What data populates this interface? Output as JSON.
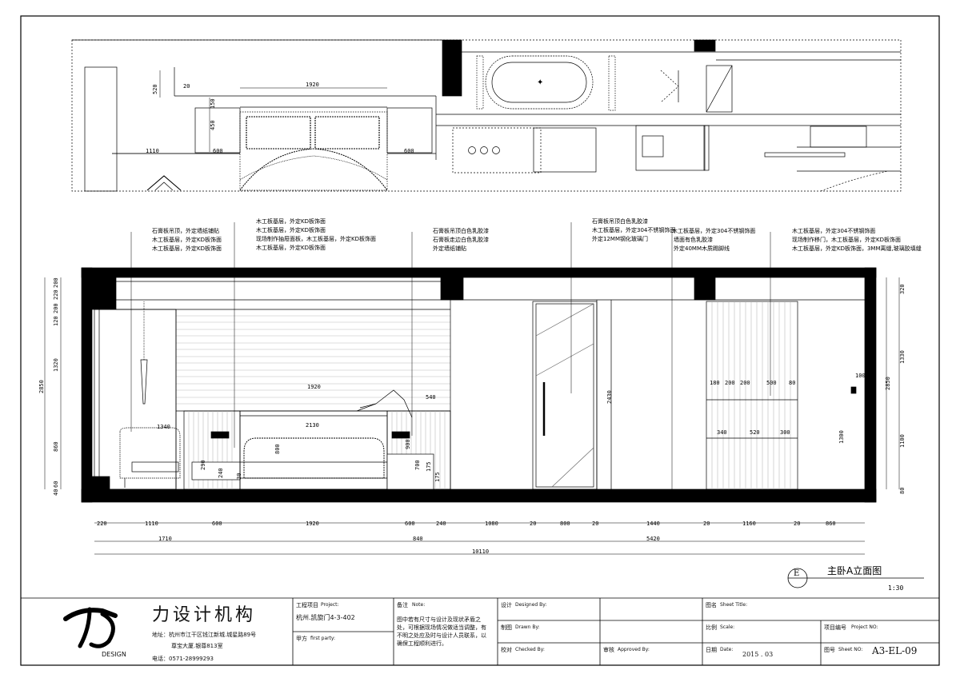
{
  "plan_dims": {
    "d520": "520",
    "d20": "20",
    "d1920": "1920",
    "d150": "150",
    "d450": "450",
    "d1110": "1110",
    "d600a": "600",
    "d600b": "600"
  },
  "annotations": {
    "g1": [
      "石膏板吊顶，外定墙纸铺贴",
      "木工板基层，外定KD板饰面",
      "木工板基层，外定KD板饰面"
    ],
    "g2": [
      "木工板基层，外定KD板饰面",
      "木工板基层，外定KD板饰面",
      "现场制作抽屉面板，木工板基层，外定KD板饰面",
      "木工板基层，外定KD板饰面"
    ],
    "g3": [
      "石膏板吊顶白色乳胶漆",
      "石膏板走边白色乳胶漆",
      "外定墙纸铺贴"
    ],
    "g4": [
      "石膏板吊顶白色乳胶漆",
      "木工板基层，外定304不锈钢饰面",
      "外定12MM钢化玻璃门"
    ],
    "g5": [
      "木工板基层，外定304不锈钢饰面",
      "墙面有色乳胶漆",
      "外定40MM木质踢脚线"
    ],
    "g6": [
      "木工板基层，外定304不锈钢饰面",
      "现场制作移门，木工板基层，外定KD板饰面",
      "木工板基层，外定KD板饰面，3MM离缝,玻璃胶填缝"
    ]
  },
  "elev_dims": {
    "left": [
      "200",
      "220",
      "200",
      "120",
      "1320",
      "860",
      "60",
      "40"
    ],
    "left_total": "2850",
    "right": [
      "320",
      "1330",
      "1100",
      "80"
    ],
    "right_total": "2850",
    "right_inner": [
      "2430",
      "1300"
    ],
    "inner": [
      "1920",
      "540",
      "1340",
      "2130",
      "900",
      "800",
      "700",
      "175",
      "175",
      "240",
      "290",
      "30"
    ],
    "cabinet": [
      "180",
      "200",
      "200",
      "500",
      "80",
      "340",
      "520",
      "300",
      "100"
    ],
    "bottom1": [
      "220",
      "1110",
      "600",
      "1920",
      "600",
      "240",
      "1080",
      "20",
      "800",
      "20",
      "1440",
      "20",
      "1160",
      "20",
      "860"
    ],
    "bottom2": [
      "1710",
      "840",
      "5420"
    ],
    "total": "10110"
  },
  "drawing": {
    "marker": "E",
    "title": "主卧A立面图",
    "scale": "1:30"
  },
  "title_block": {
    "logo_text": "DESIGN",
    "firm_name": "力设计机构",
    "address": "地址：杭州市江干区钱江新城.城星路89号",
    "address2": "尊宝大厦.银尊813室",
    "phone": "电话：0571-28999293",
    "project_label": "工程项目",
    "project_label_en": "Project:",
    "project_value": "杭州.凯旋门4-3-402",
    "party_label": "甲方",
    "party_label_en": "first party:",
    "note_label": "备注",
    "note_label_en": "Note:",
    "note_text": "图中若有尺寸与设计及现状矛盾之处，可根据现场情况做适当调整，有不明之处应及时与设计人员联系，以确保工程顺利进行。",
    "design_label": "设计",
    "design_label_en": "Designed By:",
    "drawn_label": "制图",
    "drawn_label_en": "Drawn By:",
    "check_label": "校对",
    "check_label_en": "Checked By:",
    "approve_label": "审核",
    "approve_label_en": "Approved By:",
    "sheet_title_label": "图名",
    "sheet_title_label_en": "Sheet Title:",
    "scale_label": "比例",
    "scale_label_en": "Scale:",
    "projno_label": "项目编号",
    "projno_label_en": "Project NO:",
    "date_label": "日期",
    "date_label_en": "Date:",
    "date_value": "2015 . 03",
    "sheetno_label": "图号",
    "sheetno_label_en": "Sheet NO:",
    "sheetno_value": "A3-EL-09"
  }
}
